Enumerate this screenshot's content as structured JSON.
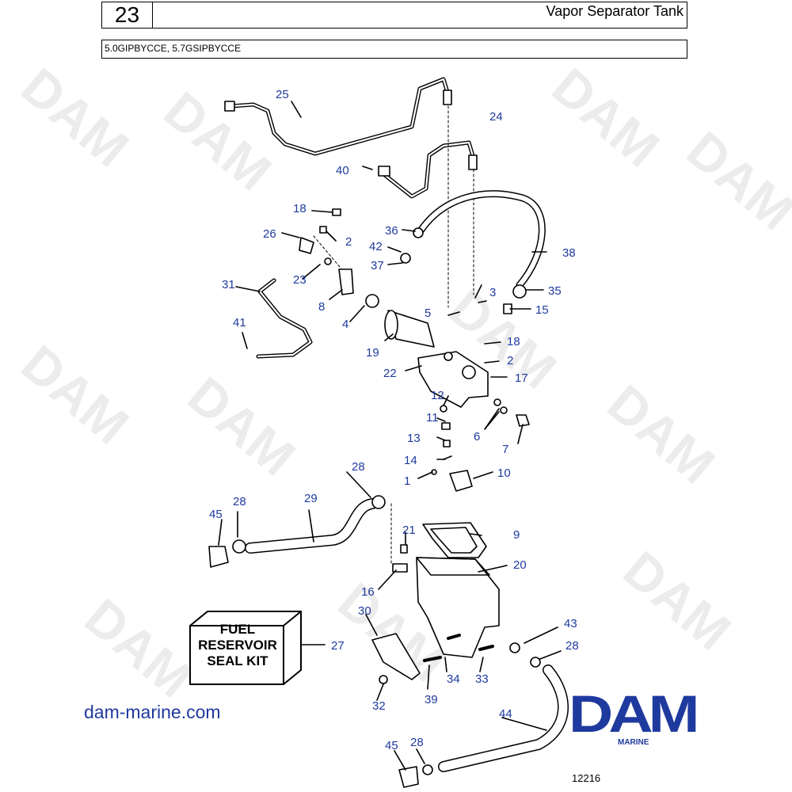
{
  "header": {
    "page_number": "23",
    "title": "Vapor Separator Tank",
    "models": "5.0GIPBYCCE, 5.7GSIPBYCCE"
  },
  "labels": {
    "l1": "1",
    "l2a": "2",
    "l2b": "2",
    "l3": "3",
    "l4": "4",
    "l5": "5",
    "l6": "6",
    "l7": "7",
    "l8": "8",
    "l9": "9",
    "l10": "10",
    "l11": "11",
    "l12": "12",
    "l13": "13",
    "l14": "14",
    "l15": "15",
    "l16": "16",
    "l17": "17",
    "l18a": "18",
    "l18b": "18",
    "l19": "19",
    "l20": "20",
    "l21": "21",
    "l22": "22",
    "l23": "23",
    "l24": "24",
    "l25": "25",
    "l26": "26",
    "l27": "27",
    "l28a": "28",
    "l28b": "28",
    "l28c": "28",
    "l28d": "28",
    "l29": "29",
    "l30": "30",
    "l31": "31",
    "l32": "32",
    "l33": "33",
    "l34": "34",
    "l35": "35",
    "l36": "36",
    "l37": "37",
    "l38": "38",
    "l39": "39",
    "l40": "40",
    "l41": "41",
    "l42": "42",
    "l43": "43",
    "l44": "44",
    "l45a": "45",
    "l45b": "45"
  },
  "kit_box": {
    "line1": "FUEL",
    "line2": "RESERVOIR",
    "line3": "SEAL KIT"
  },
  "footer": {
    "website": "dam-marine.com",
    "logo": "DAM",
    "logo_sub": "MARINE",
    "figure_number": "12216"
  },
  "watermark": "DAM",
  "colors": {
    "callout": "#1f3a9e",
    "line": "#000000"
  }
}
